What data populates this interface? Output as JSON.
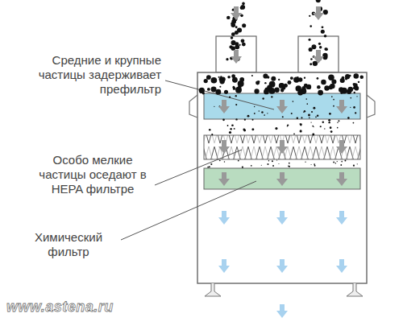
{
  "diagram": {
    "labels": [
      "Средние и крупные частицы задерживает префильтр",
      "Особо мелкие частицы оседают в HEPA фильтре",
      "Химический фильтр",
      "www.astena.ru"
    ]
  }
}
